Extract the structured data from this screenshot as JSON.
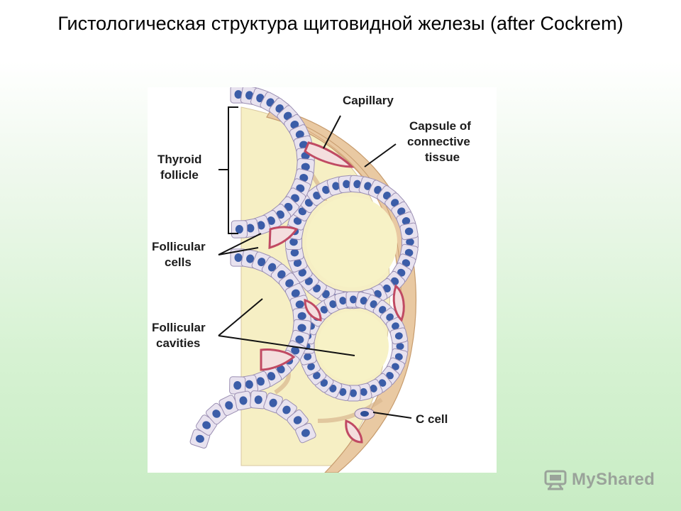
{
  "slide": {
    "title": "Гистологическая структура щитовидной железы (after Cockrem)"
  },
  "figure": {
    "labels": {
      "capillary": "Capillary",
      "capsule_line1": "Capsule of",
      "capsule_line2": "connective",
      "capsule_line3": "tissue",
      "thyroid_line1": "Thyroid",
      "thyroid_line2": "follicle",
      "follicular_cells_line1": "Follicular",
      "follicular_cells_line2": "cells",
      "follicular_cavities_line1": "Follicular",
      "follicular_cavities_line2": "cavities",
      "c_cell": "C cell"
    },
    "colors": {
      "colloid": "#f7f2c6",
      "cell_fill": "#e8e2ef",
      "nucleus": "#3b5da8",
      "capsule": "#e9c9a2",
      "capillary": "#c04a63"
    }
  },
  "watermark": {
    "text": "MyShared",
    "icon": "myshared-logo-icon"
  }
}
